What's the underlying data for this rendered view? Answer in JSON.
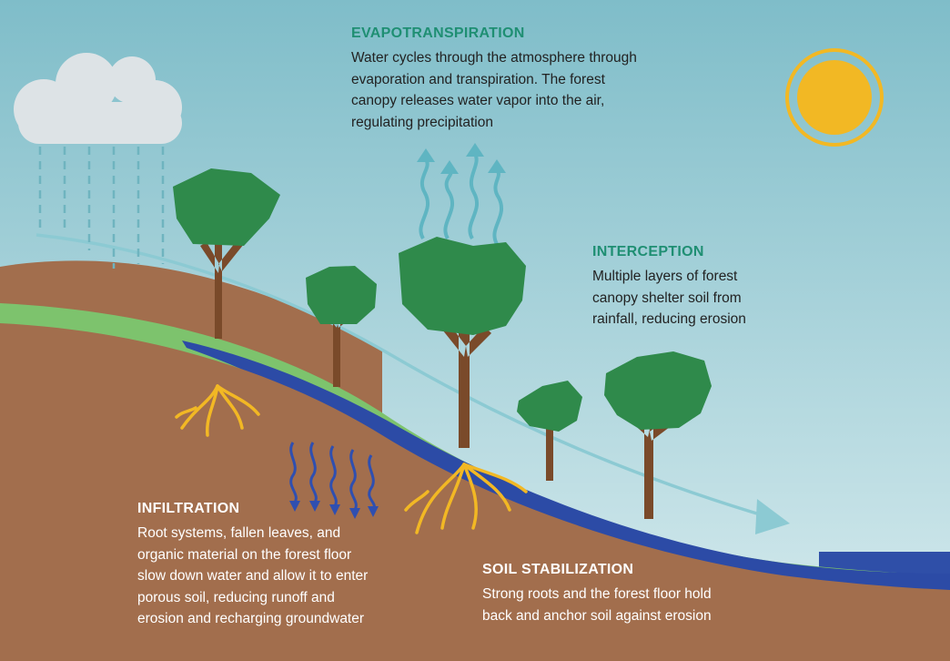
{
  "colors": {
    "sky_top": "#7fbdc9",
    "sky_bottom": "#d7ebee",
    "soil": "#a26e4d",
    "grass": "#7dc36d",
    "groundwater": "#2c4ba6",
    "sea": "#2f4fa8",
    "tree_canopy": "#2f8a4b",
    "trunk": "#7a4a2a",
    "roots": "#f2b824",
    "sun": "#f2b824",
    "cloud": "#dde3e6",
    "rain": "#6fb4bf",
    "vapor": "#5fb5c2",
    "infiltration_arrows": "#2f4fb0",
    "runoff_arrow": "#8ccad3",
    "heading_teal": "#1f8f73"
  },
  "labels": {
    "evapotranspiration": {
      "title": "EVAPOTRANSPIRATION",
      "body": "Water cycles through the atmosphere through\nevaporation and transpiration. The forest\ncanopy releases water vapor into the air,\nregulating precipitation"
    },
    "interception": {
      "title": "INTERCEPTION",
      "body": "Multiple layers of forest\ncanopy shelter soil from\nrainfall, reducing erosion"
    },
    "infiltration": {
      "title": "INFILTRATION",
      "body": "Root systems, fallen leaves, and\norganic material on the forest floor\nslow down water and allow it to enter\nporous soil, reducing runoff and\nerosion and recharging groundwater"
    },
    "soil_stabilization": {
      "title": "SOIL STABILIZATION",
      "body": "Strong roots and the forest floor hold\nback and anchor soil against erosion"
    }
  },
  "icons": {
    "sun": "sun-icon",
    "cloud": "rain-cloud-icon",
    "tree": "tree-icon",
    "roots": "roots-icon",
    "vapor": "vapor-arrow-icon",
    "infiltration": "infiltration-arrow-icon",
    "runoff": "runoff-arrow-icon"
  }
}
